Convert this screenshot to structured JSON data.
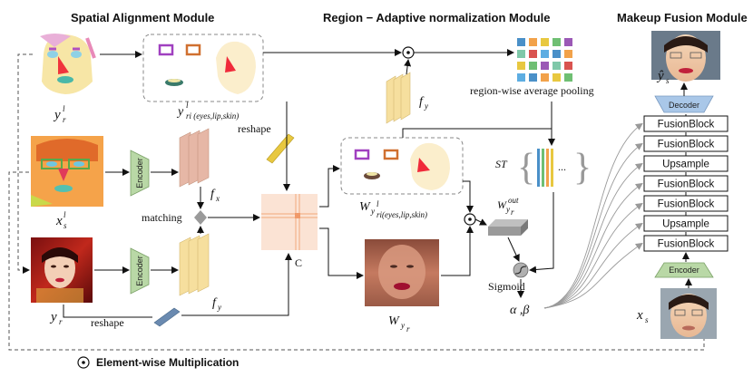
{
  "titles": {
    "spatial": "Spatial Alignment Module",
    "region": "Region − Adaptive normalization Module",
    "fusion": "Makeup Fusion Module"
  },
  "labels": {
    "ref_parse_base": "y",
    "ref_parse_sub": "r",
    "ref_parse_sup": "l",
    "src_parse_base": "x",
    "src_parse_sub": "s",
    "src_parse_sup": "l",
    "ref_img_base": "y",
    "ref_img_sub": "r",
    "regions_base": "y",
    "regions_sub": "ri (eyes,lip,skin)",
    "regions_sup": "l",
    "fx_base": "f",
    "fx_sub": "x",
    "fy_base": "f",
    "fy_sub": "y",
    "fy2_base": "f",
    "fy2_sub": "y",
    "C": "C",
    "reshape1": "reshape",
    "reshape2": "reshape",
    "matching": "matching",
    "W_regions_base": "W",
    "W_regions_sub": "y",
    "W_regions_subsub": "ri(eyes,lip,skin)",
    "W_regions_subsup": "l",
    "W_out_base": "W",
    "W_out_sub": "y",
    "W_out_subsub": "r",
    "W_out_sup": "out",
    "Wyr_base": "W",
    "Wyr_sub": "y",
    "Wyr_subsub": "r",
    "pooling": "region-wise average pooling",
    "ST": "ST",
    "ellipsis": "...",
    "sigmoid": "Sigmoid",
    "alpha_beta": "α ,β",
    "yhat_base": "ŷ",
    "yhat_sub": "s",
    "xs_base": "x",
    "xs_sub": "s",
    "encoder": "Encoder",
    "decoder": "Decoder",
    "legend": "Element-wise Multiplication"
  },
  "fusion_blocks": [
    "FusionBlock",
    "FusionBlock",
    "Upsample",
    "FusionBlock",
    "FusionBlock",
    "Upsample",
    "FusionBlock"
  ],
  "pool_colors": [
    "#4a90c8",
    "#f2a24a",
    "#e8c840",
    "#6fbf73",
    "#9b59b6",
    "#7fc8a9",
    "#d9534f",
    "#5dade2"
  ],
  "colors": {
    "feature_pink": "#e6b7a6",
    "feature_yellow": "#f6df9e",
    "correlation": "#fbe3d4",
    "dashed": "#888888",
    "gray_arrow": "#9a9a9a",
    "encoder_green": "#b9d8a6",
    "decoder_blue": "#a9c7e8"
  }
}
